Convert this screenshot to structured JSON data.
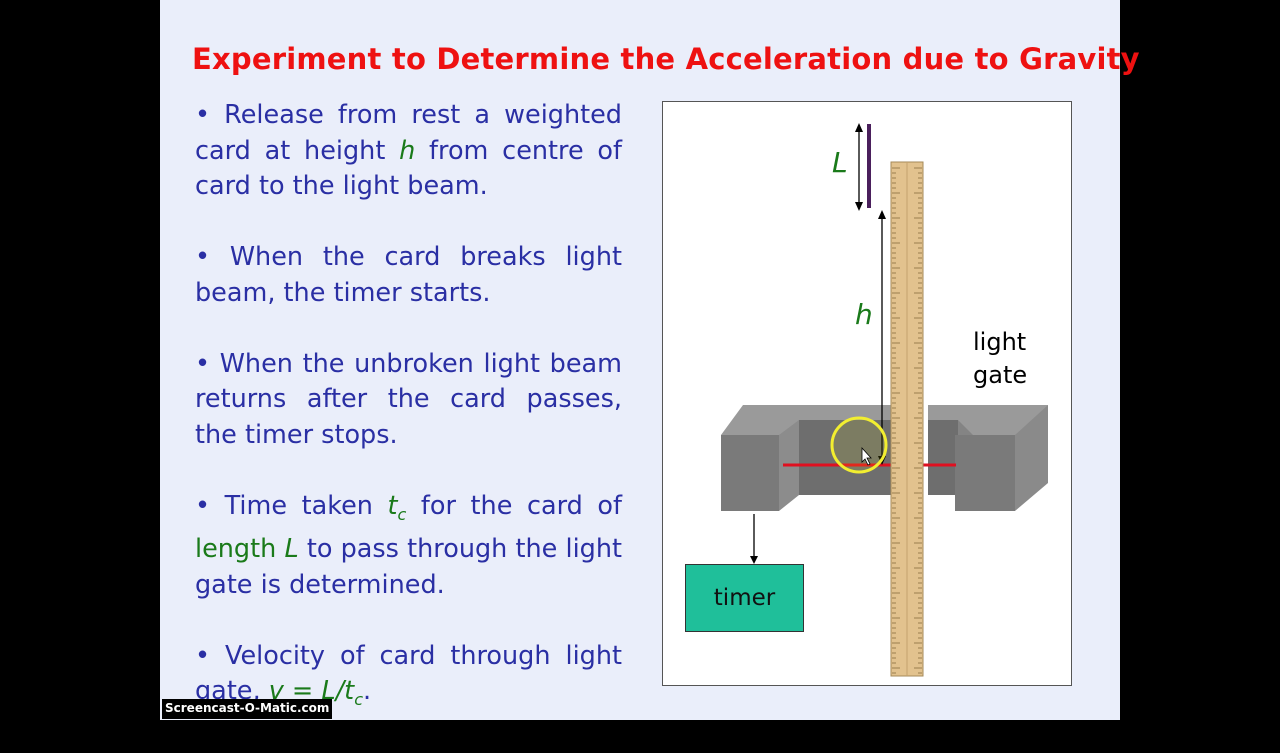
{
  "slide": {
    "title": "Experiment to Determine the Acceleration due to Gravity",
    "bullets": [
      {
        "parts": [
          {
            "t": "• Release from rest a weighted card at height ",
            "s": "n"
          },
          {
            "t": "h",
            "s": "gi"
          },
          {
            "t": " from centre of card to the light beam.",
            "s": "n"
          }
        ]
      },
      {
        "parts": [
          {
            "t": "• When the card breaks light beam, the timer starts.",
            "s": "n"
          }
        ]
      },
      {
        "parts": [
          {
            "t": "• When the unbroken light beam returns after the card passes, the timer stops.",
            "s": "n"
          }
        ]
      },
      {
        "parts": [
          {
            "t": "• Time taken ",
            "s": "n"
          },
          {
            "t": "t",
            "s": "gi"
          },
          {
            "t": "c",
            "s": "gisub"
          },
          {
            "t": " for the card of ",
            "s": "n"
          },
          {
            "t": "length ",
            "s": "g"
          },
          {
            "t": "L",
            "s": "gi"
          },
          {
            "t": " to pass through the light gate is determined.",
            "s": "n"
          }
        ]
      },
      {
        "parts": [
          {
            "t": "• Velocity of card through light gate, ",
            "s": "n"
          },
          {
            "t": "v = L/t",
            "s": "gi"
          },
          {
            "t": "c",
            "s": "gisub"
          },
          {
            "t": ".",
            "s": "n"
          }
        ]
      }
    ]
  },
  "figure": {
    "label_L": "L",
    "label_h": "h",
    "light_gate_line1": "light",
    "light_gate_line2": "gate",
    "timer_label": "timer",
    "colors": {
      "beam": "#e01020",
      "gate": "#7a7a7a",
      "timer": "#1fbf9a",
      "card": "#4a1f5c",
      "cursor_circle": "#f2ee30"
    }
  },
  "watermark": "Screencast-O-Matic.com"
}
